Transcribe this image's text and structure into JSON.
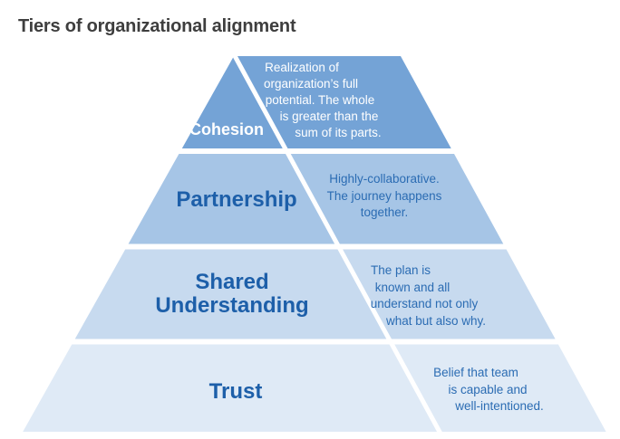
{
  "title": "Tiers of organizational alignment",
  "colors": {
    "tier-1": "#74A3D6",
    "tier-2": "#A6C5E6",
    "tier-3": "#C7DAEF",
    "tier-4": "#DFEAF6",
    "label-blue": "#1D5FA9",
    "desc-blue": "#2B6CB3",
    "title-gray": "#3E3E3E",
    "divider": "#FFFFFF"
  },
  "tiers": [
    {
      "label": "Cohesion",
      "desc_lines": [
        "Realization of",
        "organization’s full",
        "potential. The whole",
        "is greater than the",
        "sum of its parts."
      ]
    },
    {
      "label": "Partnership",
      "desc_lines": [
        "Highly-collaborative.",
        "The journey happens",
        "together."
      ]
    },
    {
      "label": "Shared Understanding",
      "desc_lines": [
        "The plan is",
        "known and all",
        "understand not only",
        "what but also why."
      ]
    },
    {
      "label": "Trust",
      "desc_lines": [
        "Belief that team",
        "is capable and",
        "well-intentioned."
      ]
    }
  ]
}
